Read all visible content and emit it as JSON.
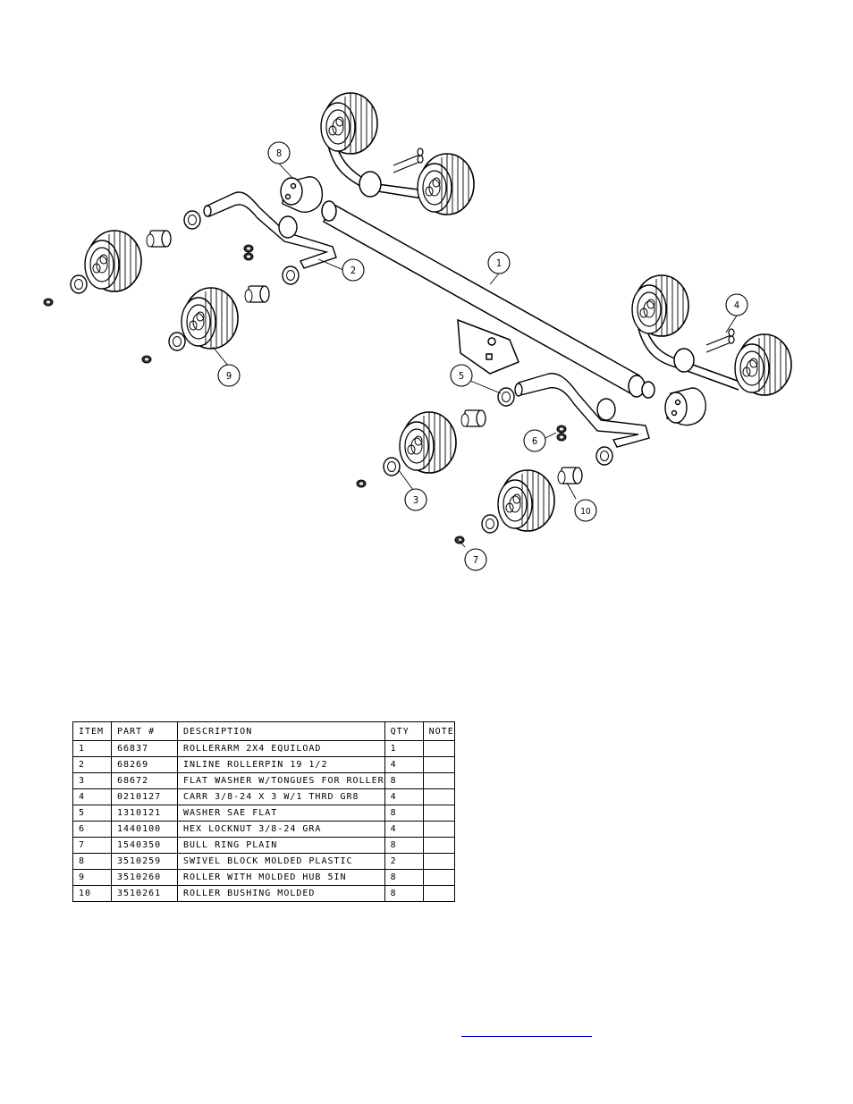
{
  "balloons": [
    "1",
    "2",
    "3",
    "4",
    "5",
    "6",
    "7",
    "8",
    "9",
    "10"
  ],
  "bom": {
    "headers": {
      "item": "ITEM",
      "part": "PART #",
      "description": "DESCRIPTION",
      "qty": "QTY",
      "note": "NOTE"
    },
    "rows": [
      {
        "item": "1",
        "part": "66837",
        "description": "ROLLERARM  2X4 EQUILOAD",
        "qty": "1",
        "note": ""
      },
      {
        "item": "2",
        "part": "68269",
        "description": "INLINE ROLLERPIN 19 1/2",
        "qty": "4",
        "note": ""
      },
      {
        "item": "3",
        "part": "68672",
        "description": "FLAT WASHER W/TONGUES FOR ROLLER",
        "qty": "8",
        "note": ""
      },
      {
        "item": "4",
        "part": "0210127",
        "description": "CARR 3/8-24 X 3 W/1 THRD GR8",
        "qty": "4",
        "note": ""
      },
      {
        "item": "5",
        "part": "1310121",
        "description": "WASHER SAE FLAT",
        "qty": "8",
        "note": ""
      },
      {
        "item": "6",
        "part": "1440100",
        "description": "HEX LOCKNUT 3/8-24 GRA",
        "qty": "4",
        "note": ""
      },
      {
        "item": "7",
        "part": "1540350",
        "description": "BULL RING PLAIN",
        "qty": "8",
        "note": ""
      },
      {
        "item": "8",
        "part": "3510259",
        "description": "SWIVEL BLOCK MOLDED PLASTIC",
        "qty": "2",
        "note": ""
      },
      {
        "item": "9",
        "part": "3510260",
        "description": "ROLLER WITH MOLDED HUB  5IN",
        "qty": "8",
        "note": ""
      },
      {
        "item": "10",
        "part": "3510261",
        "description": "ROLLER BUSHING MOLDED",
        "qty": "8",
        "note": ""
      }
    ]
  },
  "footer_link": {
    "text": ""
  }
}
